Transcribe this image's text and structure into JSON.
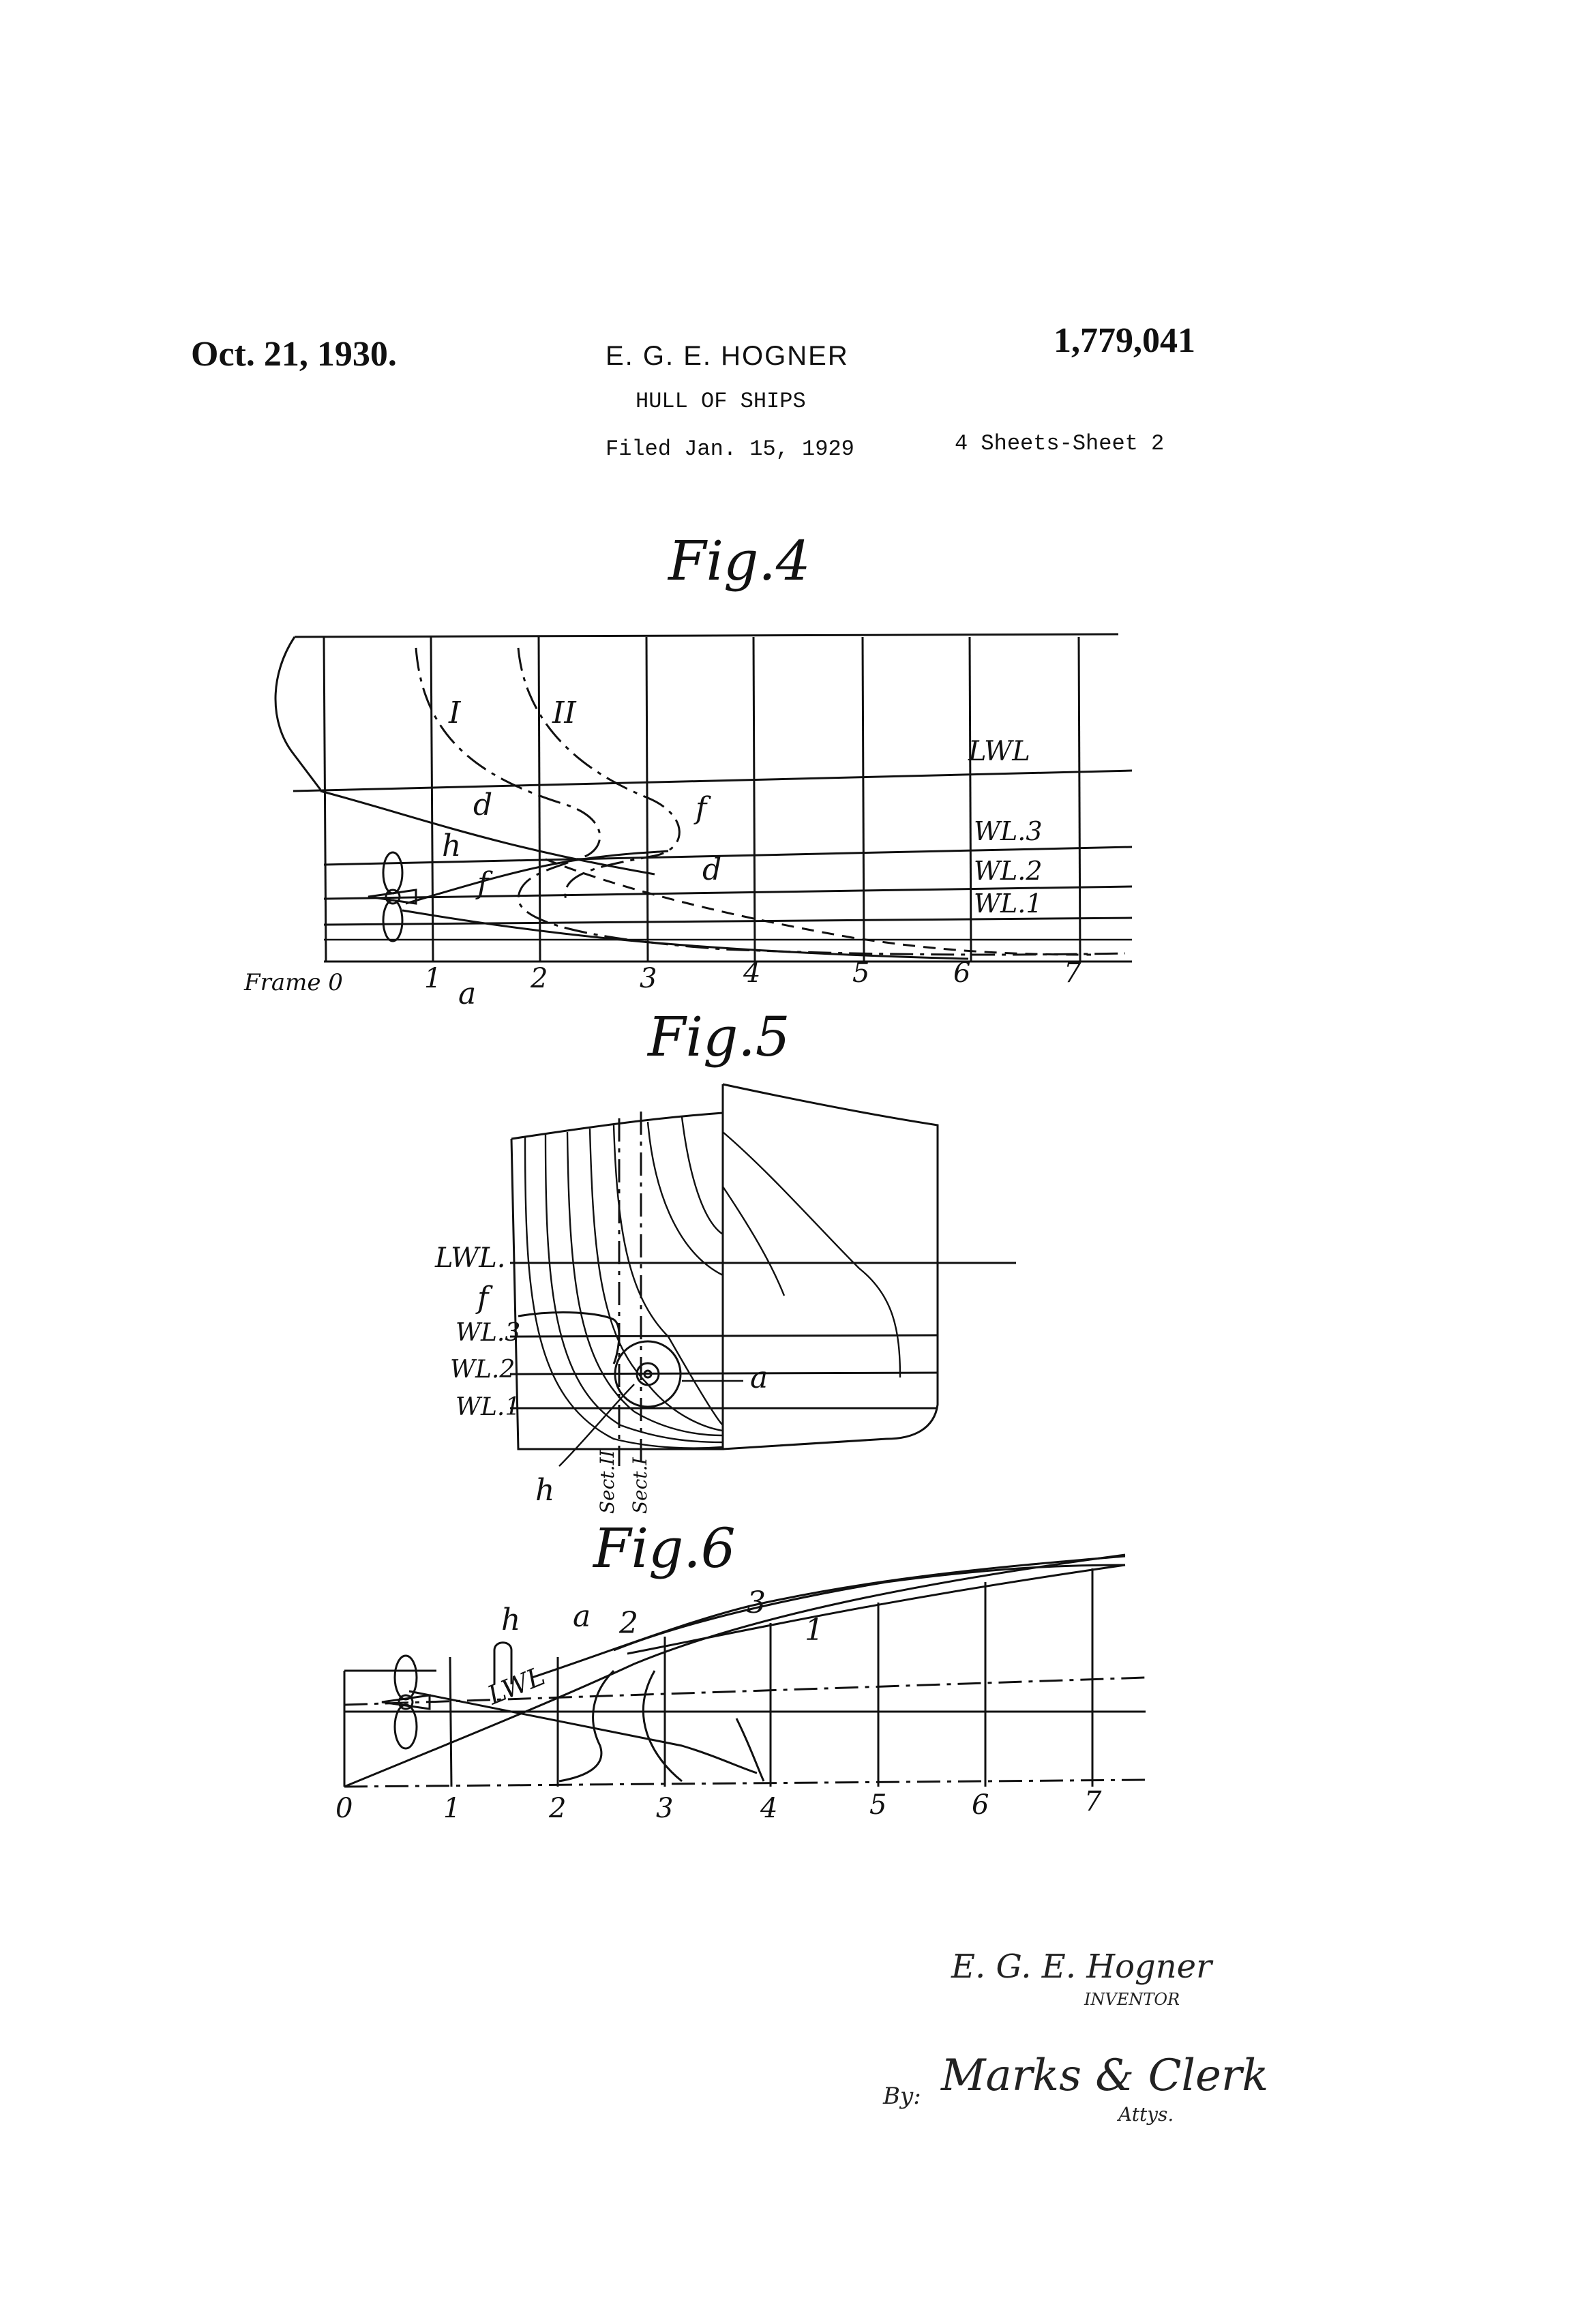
{
  "header": {
    "date": "Oct. 21, 1930.",
    "inventor": "E. G. E. HOGNER",
    "patent_number": "1,779,041",
    "title": "HULL OF SHIPS",
    "filed": "Filed Jan. 15, 1929",
    "sheets": "4 Sheets-Sheet 2"
  },
  "fig4": {
    "label": "Fig.4",
    "frame_prefix": "Frame 0",
    "frames": [
      "1",
      "2",
      "3",
      "4",
      "5",
      "6",
      "7"
    ],
    "waterlines": [
      "LWL",
      "WL.3",
      "WL.2",
      "WL.1"
    ],
    "section_labels": [
      "I",
      "II"
    ],
    "letters": {
      "d1": "d",
      "d2": "d",
      "f1": "f",
      "f2": "f",
      "h": "h",
      "a": "a"
    }
  },
  "fig5": {
    "label": "Fig.5",
    "waterlines": [
      "LWL.",
      "WL.3",
      "WL.2",
      "WL.1"
    ],
    "letters": {
      "f": "f",
      "a": "a",
      "h": "h"
    },
    "sections": [
      "Sect.II",
      "Sect.I"
    ]
  },
  "fig6": {
    "label": "Fig.6",
    "frames": [
      "0",
      "1",
      "2",
      "3",
      "4",
      "5",
      "6",
      "7"
    ],
    "waterline": "LWL",
    "letters": {
      "h": "h",
      "a": "a",
      "n2": "2",
      "n3": "3",
      "n1": "1"
    }
  },
  "signature": {
    "inventor_name": "E. G. E. Hogner",
    "inventor_caption": "INVENTOR",
    "by": "By:",
    "attorneys": "Marks & Clerk",
    "attys_caption": "Attys."
  }
}
